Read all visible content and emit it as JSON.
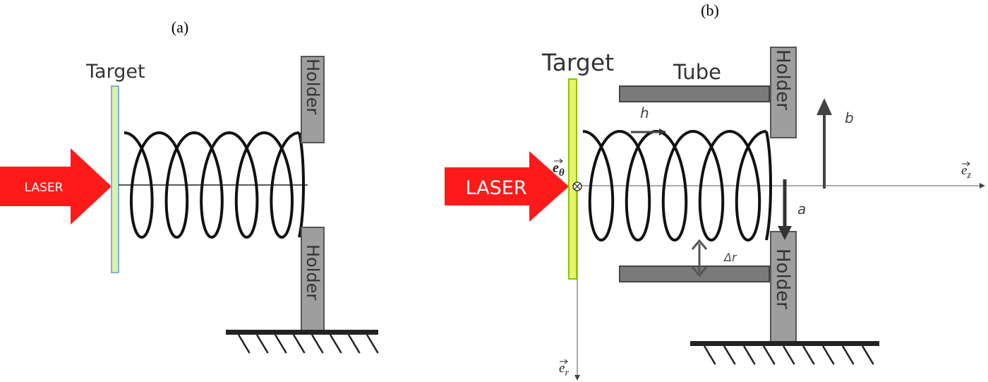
{
  "panel_a": {
    "caption": "(a)",
    "target_label": "Target",
    "laser_label": "LASER",
    "holder_top_label": "Holder",
    "holder_bottom_label": "Holder"
  },
  "panel_b": {
    "caption": "(b)",
    "target_label": "Target",
    "tube_label": "Tube",
    "laser_label": "LASER",
    "holder_top_label": "Holder",
    "holder_bottom_label": "Holder",
    "pitch_label": "h",
    "gap_label": "Δr",
    "radius_label": "a",
    "tube_radius_label": "b",
    "axis_theta": "e",
    "axis_theta_sub": "θ",
    "axis_z": "e",
    "axis_z_sub": "z",
    "axis_r": "e",
    "axis_r_sub": "r"
  },
  "colors": {
    "laser": "#ff1a1a",
    "target_fill_a": "#d8f0b0",
    "target_fill_b": "#e4f56a",
    "target_stroke_b": "#8cc400",
    "holder_fill": "#9e9e9e",
    "tube_fill": "#7a7a7a",
    "dark": "#333333"
  }
}
